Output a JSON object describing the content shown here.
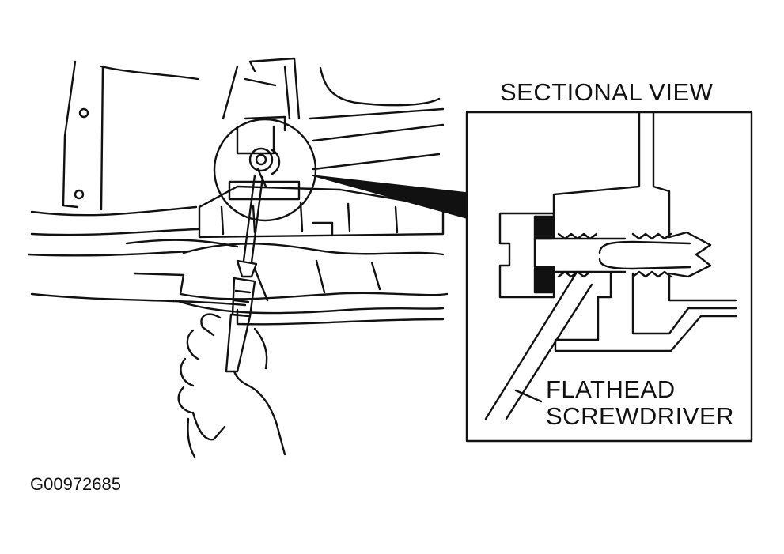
{
  "diagram": {
    "sectional_view_title": "SECTIONAL VIEW",
    "callout_line1": "FLATHEAD",
    "callout_line2": "SCREWDRIVER",
    "figure_id": "G00972685"
  },
  "colors": {
    "ink": "#111111",
    "background": "#ffffff"
  },
  "icons": [
    "screwdriver-icon",
    "hand-icon",
    "magnifier-circle-icon"
  ]
}
